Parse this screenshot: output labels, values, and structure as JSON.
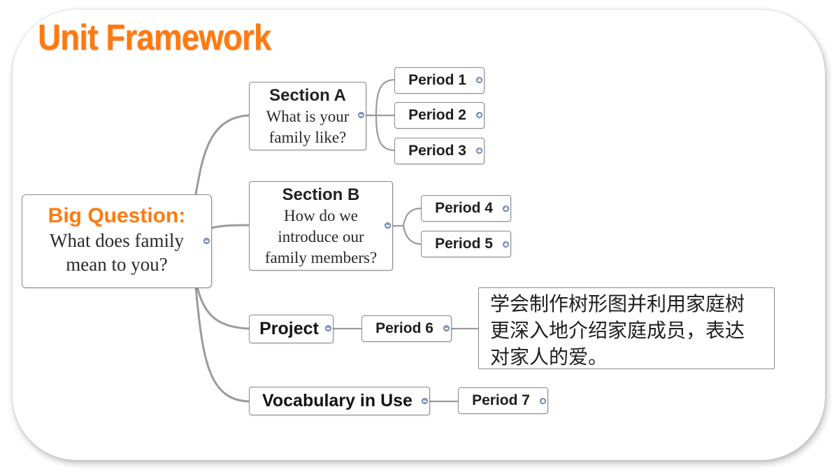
{
  "slide": {
    "title": "Unit Framework"
  },
  "root": {
    "heading": "Big Question:",
    "line1": "What does family",
    "line2": "mean to you?"
  },
  "sections": {
    "a": {
      "heading": "Section A",
      "line1": "What is your",
      "line2": "family like?"
    },
    "b": {
      "heading": "Section B",
      "line1": "How do we",
      "line2": "introduce our",
      "line3": "family members?"
    },
    "project": {
      "heading": "Project"
    },
    "vocab": {
      "heading": "Vocabulary in Use"
    }
  },
  "periods": [
    "Period 1",
    "Period 2",
    "Period 3",
    "Period 4",
    "Period 5",
    "Period 6",
    "Period 7"
  ],
  "note": {
    "line1": "学会制作树形图并利用家庭树",
    "line2": "更深入地介绍家庭成员，表达",
    "line3": "对家人的爱。"
  },
  "colors": {
    "title": "#ff7a0f",
    "root_heading": "#ff7a0f",
    "connector": "#9b9b9b",
    "toggle": "#8ea2c6"
  },
  "icons": {
    "collapse": "minus-circle-icon",
    "expand": "plus-circle-icon"
  }
}
